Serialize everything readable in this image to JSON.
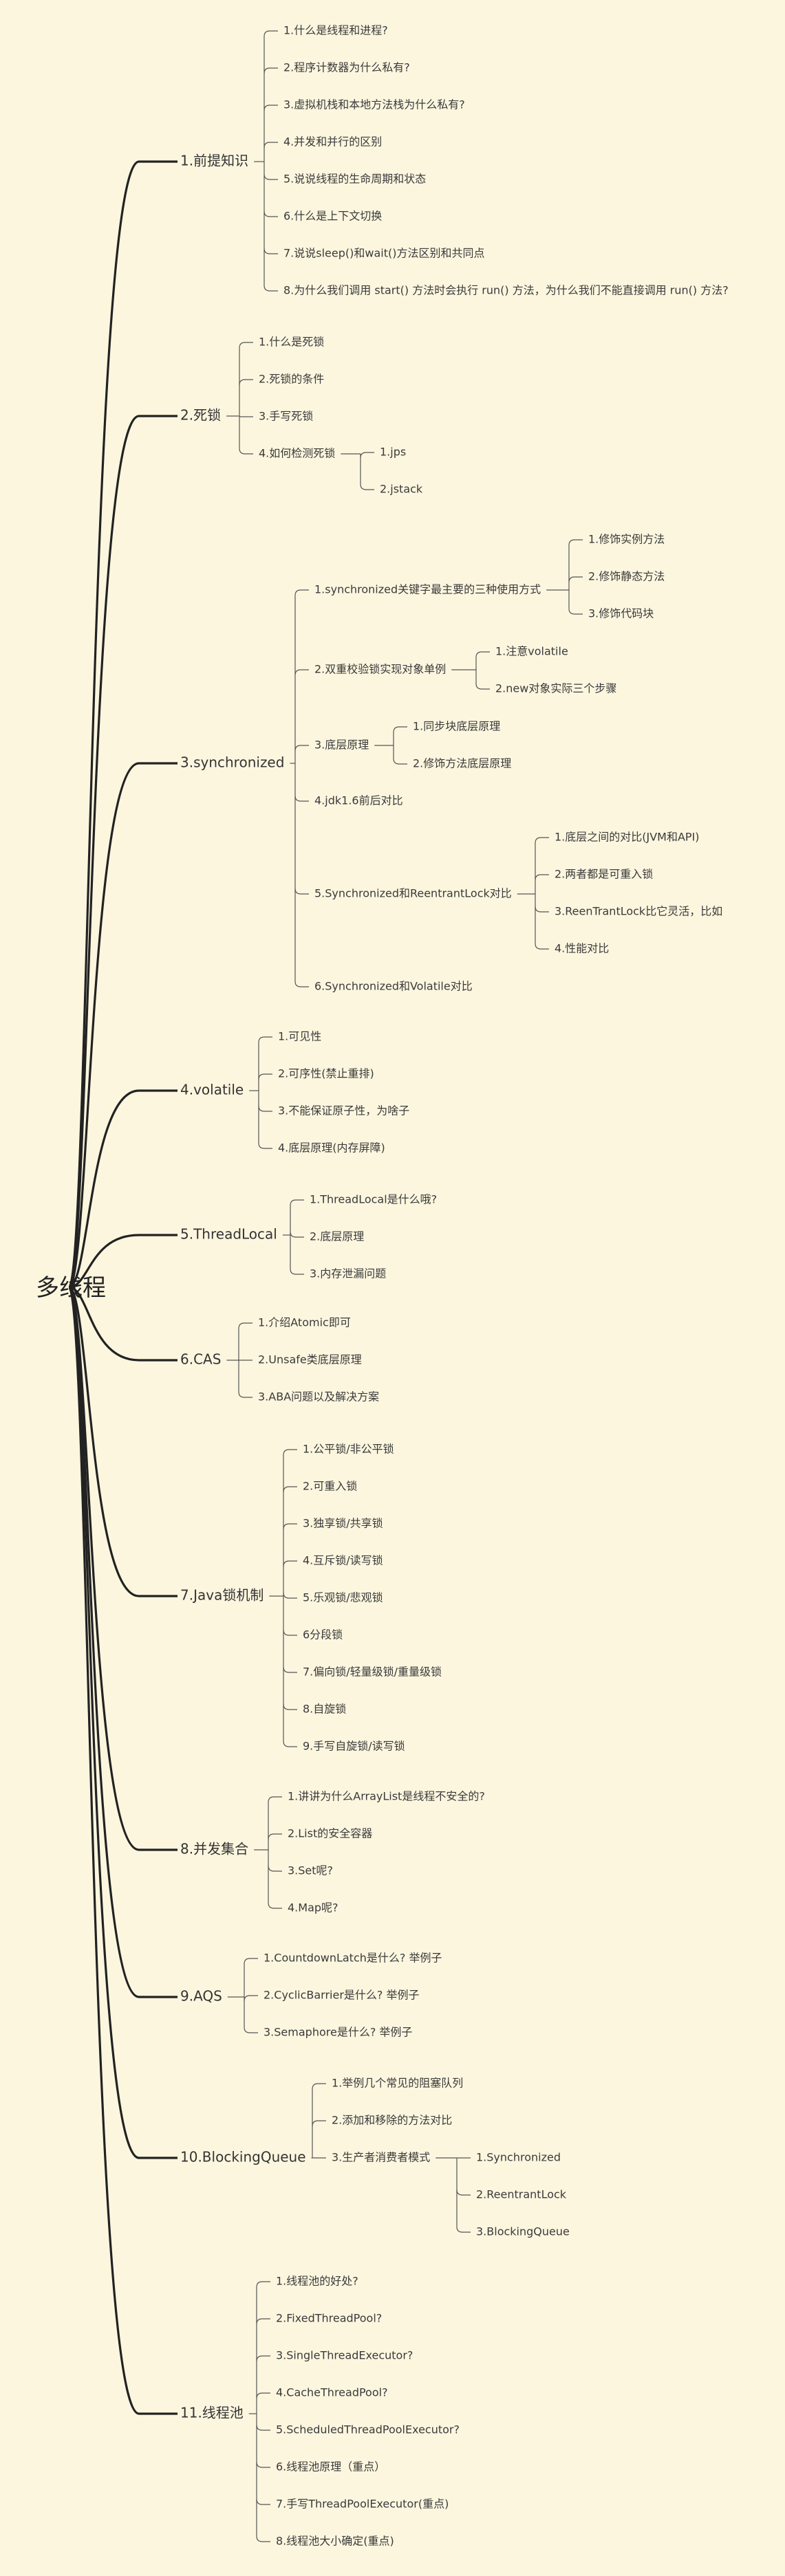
{
  "mindmap": {
    "root": "多线程",
    "branches": [
      {
        "label": "1.前提知识",
        "children": [
          {
            "label": "1.什么是线程和进程?"
          },
          {
            "label": "2.程序计数器为什么私有?"
          },
          {
            "label": "3.虚拟机栈和本地方法栈为什么私有?"
          },
          {
            "label": "4.并发和并行的区别"
          },
          {
            "label": "5.说说线程的生命周期和状态"
          },
          {
            "label": "6.什么是上下文切换"
          },
          {
            "label": "7.说说sleep()和wait()方法区别和共同点"
          },
          {
            "label": "8.为什么我们调用 start() 方法时会执行 run() 方法，为什么我们不能直接调用 run() 方法?"
          }
        ]
      },
      {
        "label": "2.死锁",
        "children": [
          {
            "label": "1.什么是死锁"
          },
          {
            "label": "2.死锁的条件"
          },
          {
            "label": "3.手写死锁"
          },
          {
            "label": "4.如何检测死锁",
            "children": [
              {
                "label": "1.jps"
              },
              {
                "label": "2.jstack"
              }
            ]
          }
        ]
      },
      {
        "label": "3.synchronized",
        "children": [
          {
            "label": "1.synchronized关键字最主要的三种使用方式",
            "children": [
              {
                "label": "1.修饰实例方法"
              },
              {
                "label": "2.修饰静态方法"
              },
              {
                "label": "3.修饰代码块"
              }
            ]
          },
          {
            "label": "2.双重校验锁实现对象单例",
            "children": [
              {
                "label": "1.注意volatile"
              },
              {
                "label": "2.new对象实际三个步骤"
              }
            ]
          },
          {
            "label": "3.底层原理",
            "children": [
              {
                "label": "1.同步块底层原理"
              },
              {
                "label": "2.修饰方法底层原理"
              }
            ]
          },
          {
            "label": "4.jdk1.6前后对比"
          },
          {
            "label": "5.Synchronized和ReentrantLock对比",
            "children": [
              {
                "label": "1.底层之间的对比(JVM和API)"
              },
              {
                "label": "2.两者都是可重入锁"
              },
              {
                "label": "3.ReenTrantLock比它灵活，比如"
              },
              {
                "label": "4.性能对比"
              }
            ]
          },
          {
            "label": "6.Synchronized和Volatile对比"
          }
        ]
      },
      {
        "label": "4.volatile",
        "children": [
          {
            "label": "1.可见性"
          },
          {
            "label": "2.可序性(禁止重排)"
          },
          {
            "label": "3.不能保证原子性，为啥子"
          },
          {
            "label": "4.底层原理(内存屏障)"
          }
        ]
      },
      {
        "label": "5.ThreadLocal",
        "children": [
          {
            "label": "1.ThreadLocal是什么哦?"
          },
          {
            "label": "2.底层原理"
          },
          {
            "label": "3.内存泄漏问题"
          }
        ]
      },
      {
        "label": "6.CAS",
        "children": [
          {
            "label": "1.介绍Atomic即可"
          },
          {
            "label": "2.Unsafe类底层原理"
          },
          {
            "label": "3.ABA问题以及解决方案"
          }
        ]
      },
      {
        "label": "7.Java锁机制",
        "children": [
          {
            "label": "1.公平锁/非公平锁"
          },
          {
            "label": "2.可重入锁"
          },
          {
            "label": "3.独享锁/共享锁"
          },
          {
            "label": "4.互斥锁/读写锁"
          },
          {
            "label": "5.乐观锁/悲观锁"
          },
          {
            "label": "6分段锁"
          },
          {
            "label": "7.偏向锁/轻量级锁/重量级锁"
          },
          {
            "label": "8.自旋锁"
          },
          {
            "label": "9.手写自旋锁/读写锁"
          }
        ]
      },
      {
        "label": "8.并发集合",
        "children": [
          {
            "label": "1.讲讲为什么ArrayList是线程不安全的?"
          },
          {
            "label": "2.List的安全容器"
          },
          {
            "label": "3.Set呢?"
          },
          {
            "label": "4.Map呢?"
          }
        ]
      },
      {
        "label": "9.AQS",
        "children": [
          {
            "label": "1.CountdownLatch是什么? 举例子"
          },
          {
            "label": "2.CyclicBarrier是什么? 举例子"
          },
          {
            "label": "3.Semaphore是什么? 举例子"
          }
        ]
      },
      {
        "label": "10.BlockingQueue",
        "children": [
          {
            "label": "1.举例几个常见的阻塞队列"
          },
          {
            "label": "2.添加和移除的方法对比"
          },
          {
            "label": "3.生产者消费者模式",
            "children": [
              {
                "label": "1.Synchronized"
              },
              {
                "label": "2.ReentrantLock"
              },
              {
                "label": "3.BlockingQueue"
              }
            ]
          }
        ]
      },
      {
        "label": "11.线程池",
        "children": [
          {
            "label": "1.线程池的好处?"
          },
          {
            "label": "2.FixedThreadPool?"
          },
          {
            "label": "3.SingleThreadExecutor?"
          },
          {
            "label": "4.CacheThreadPool?"
          },
          {
            "label": "5.ScheduledThreadPoolExecutor?"
          },
          {
            "label": "6.线程池原理（重点）"
          },
          {
            "label": "7.手写ThreadPoolExecutor(重点)"
          },
          {
            "label": "8.线程池大小确定(重点)"
          }
        ]
      }
    ]
  }
}
